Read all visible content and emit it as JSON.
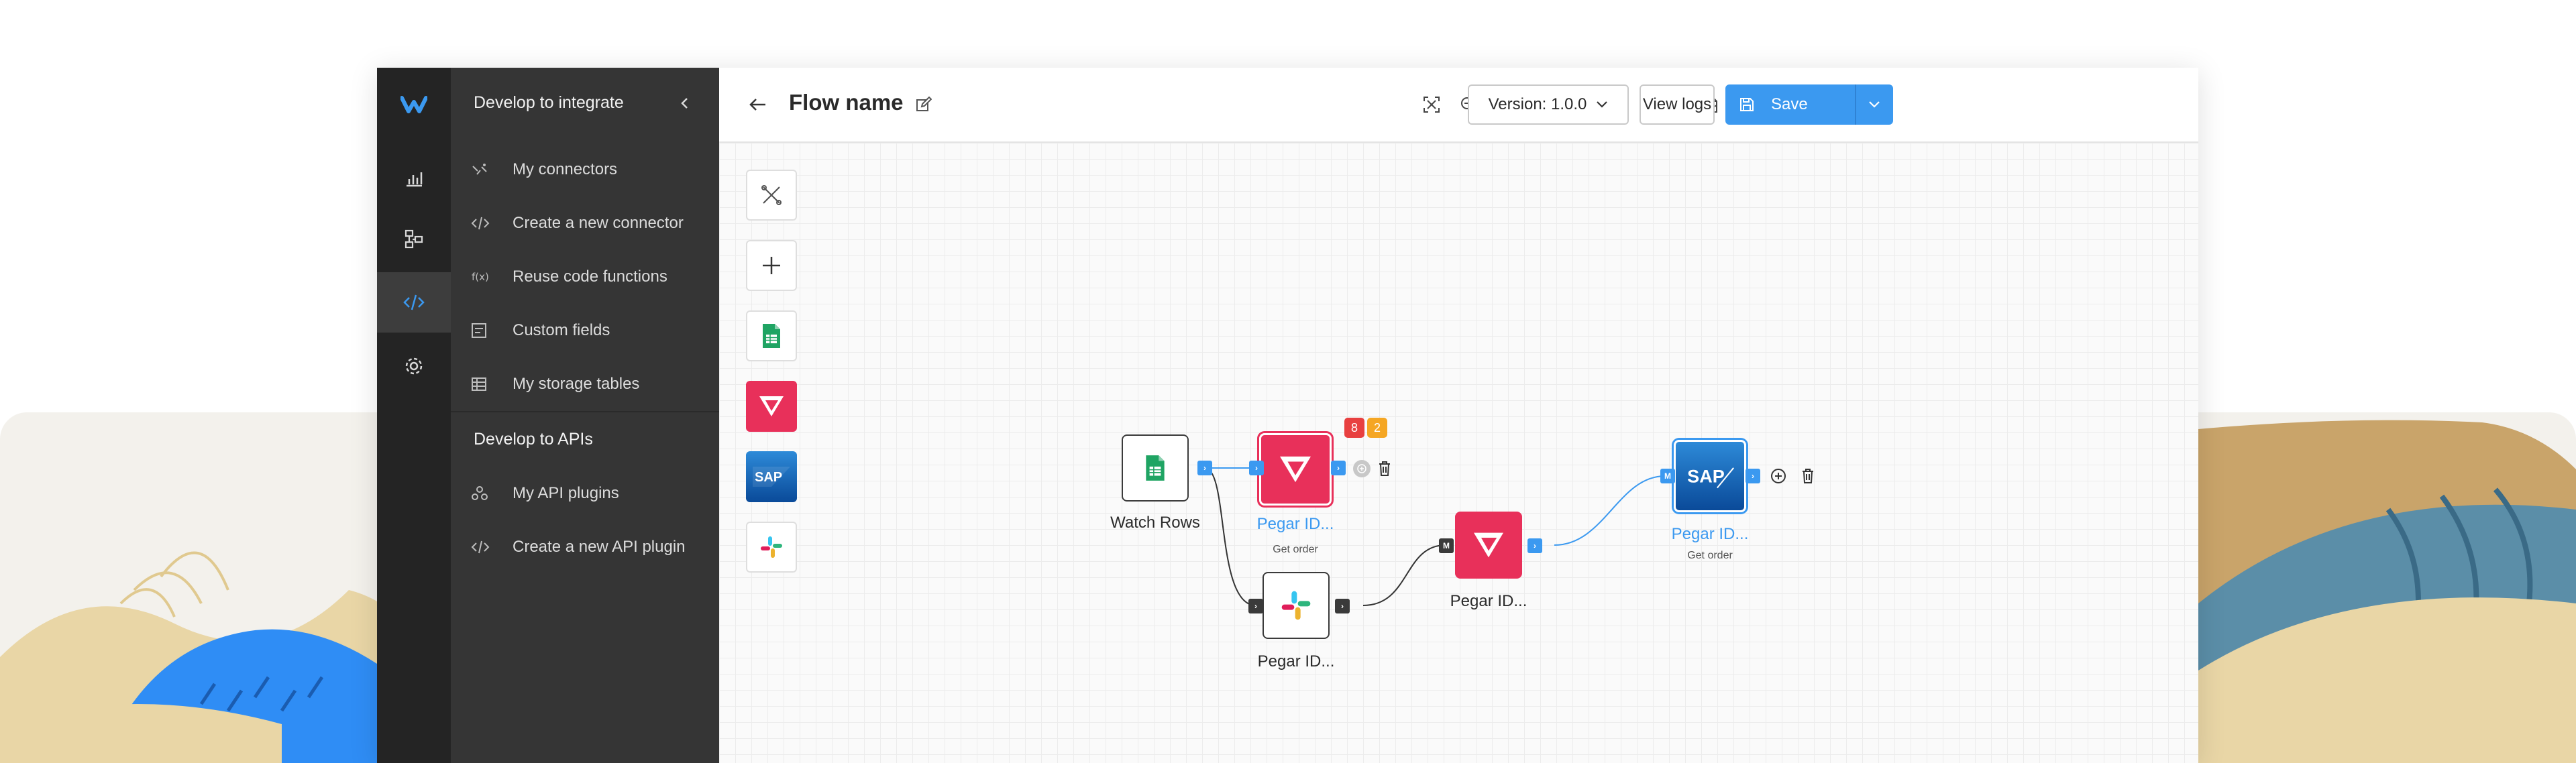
{
  "sidebar": {
    "section1_title": "Develop to integrate",
    "items": [
      {
        "label": "My connectors",
        "icon": "connectors-icon"
      },
      {
        "label": "Create a new connector",
        "icon": "code-icon"
      },
      {
        "label": "Reuse code functions",
        "icon": "function-icon"
      },
      {
        "label": "Custom fields",
        "icon": "form-icon"
      },
      {
        "label": "My storage tables",
        "icon": "table-icon"
      }
    ],
    "section2_title": "Develop to APIs",
    "items2": [
      {
        "label": "My API plugins",
        "icon": "plugin-icon"
      },
      {
        "label": "Create a new API plugin",
        "icon": "code-icon"
      }
    ]
  },
  "header": {
    "title": "Flow name",
    "version_label": "Version: 1.0.0",
    "view_logs_label": "View logs",
    "save_label": "Save"
  },
  "flow": {
    "nodes": [
      {
        "label": "Watch Rows",
        "sub": ""
      },
      {
        "label": "Pegar ID...",
        "sub": "Get order"
      },
      {
        "label": "Pegar ID...",
        "sub": ""
      },
      {
        "label": "Pegar ID...",
        "sub": ""
      },
      {
        "label": "Pegar ID...",
        "sub": "Get order"
      }
    ],
    "badges": {
      "error_count": "8",
      "warning_count": "2"
    },
    "palette": [
      "tools-icon",
      "plus-icon",
      "google-sheets-icon",
      "pegar-logo-icon",
      "sap-logo-icon",
      "slack-logo-icon"
    ]
  },
  "ports": {
    "in": "›",
    "out": "›",
    "merge": "M"
  },
  "sap_text": "SAP",
  "colors": {
    "accent": "#3b99f0",
    "rail": "#242424",
    "panel": "#353535",
    "pegar": "#e8305a",
    "sheets": "#1fa463",
    "sap": "#0a5fb4",
    "error": "#e84040",
    "warning": "#f5a623"
  }
}
